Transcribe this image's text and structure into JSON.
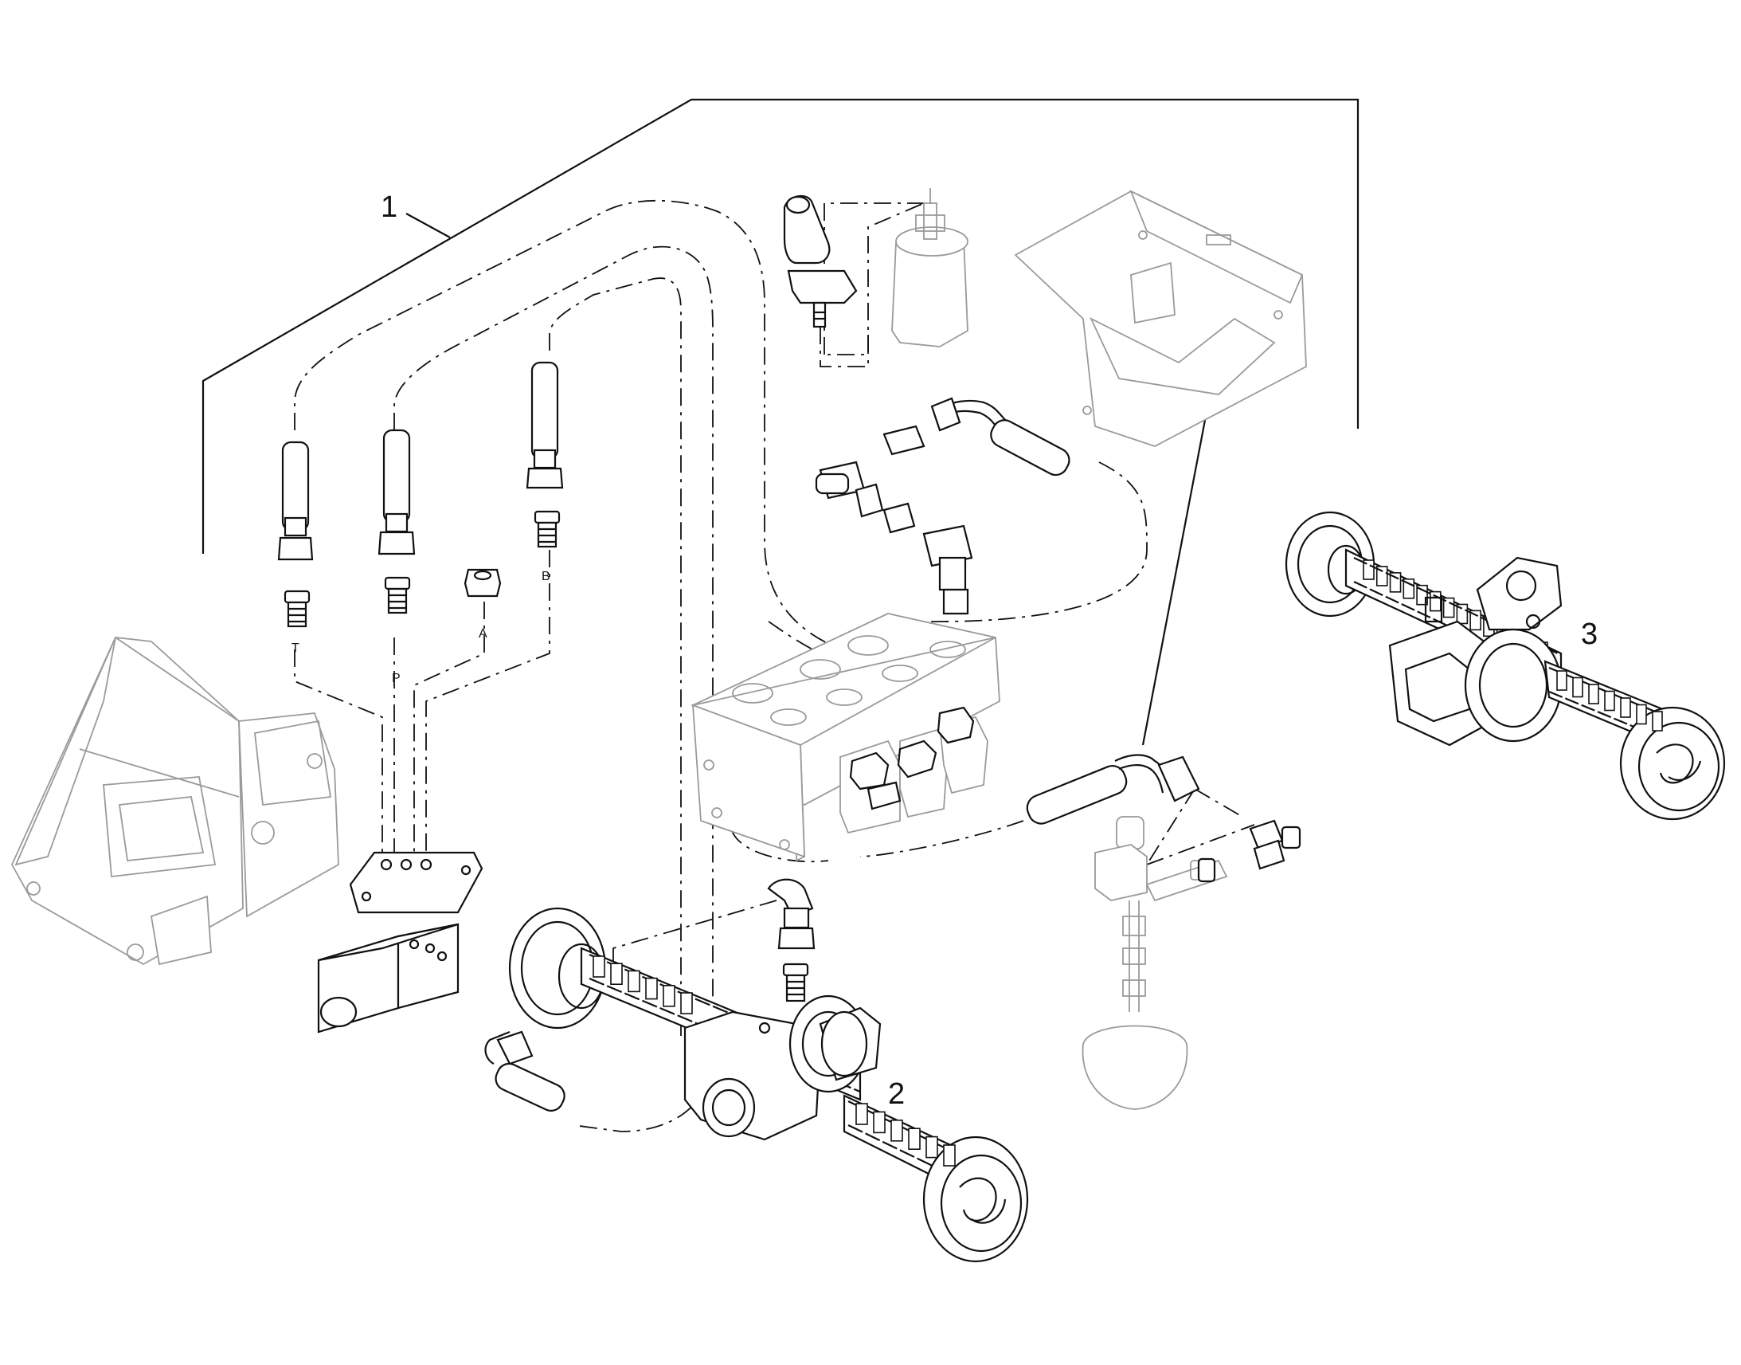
{
  "callouts": {
    "item_1": "1",
    "item_2": "2",
    "item_3": "3"
  },
  "ports": {
    "t": "T",
    "p": "P",
    "a": "A",
    "b": "B"
  }
}
